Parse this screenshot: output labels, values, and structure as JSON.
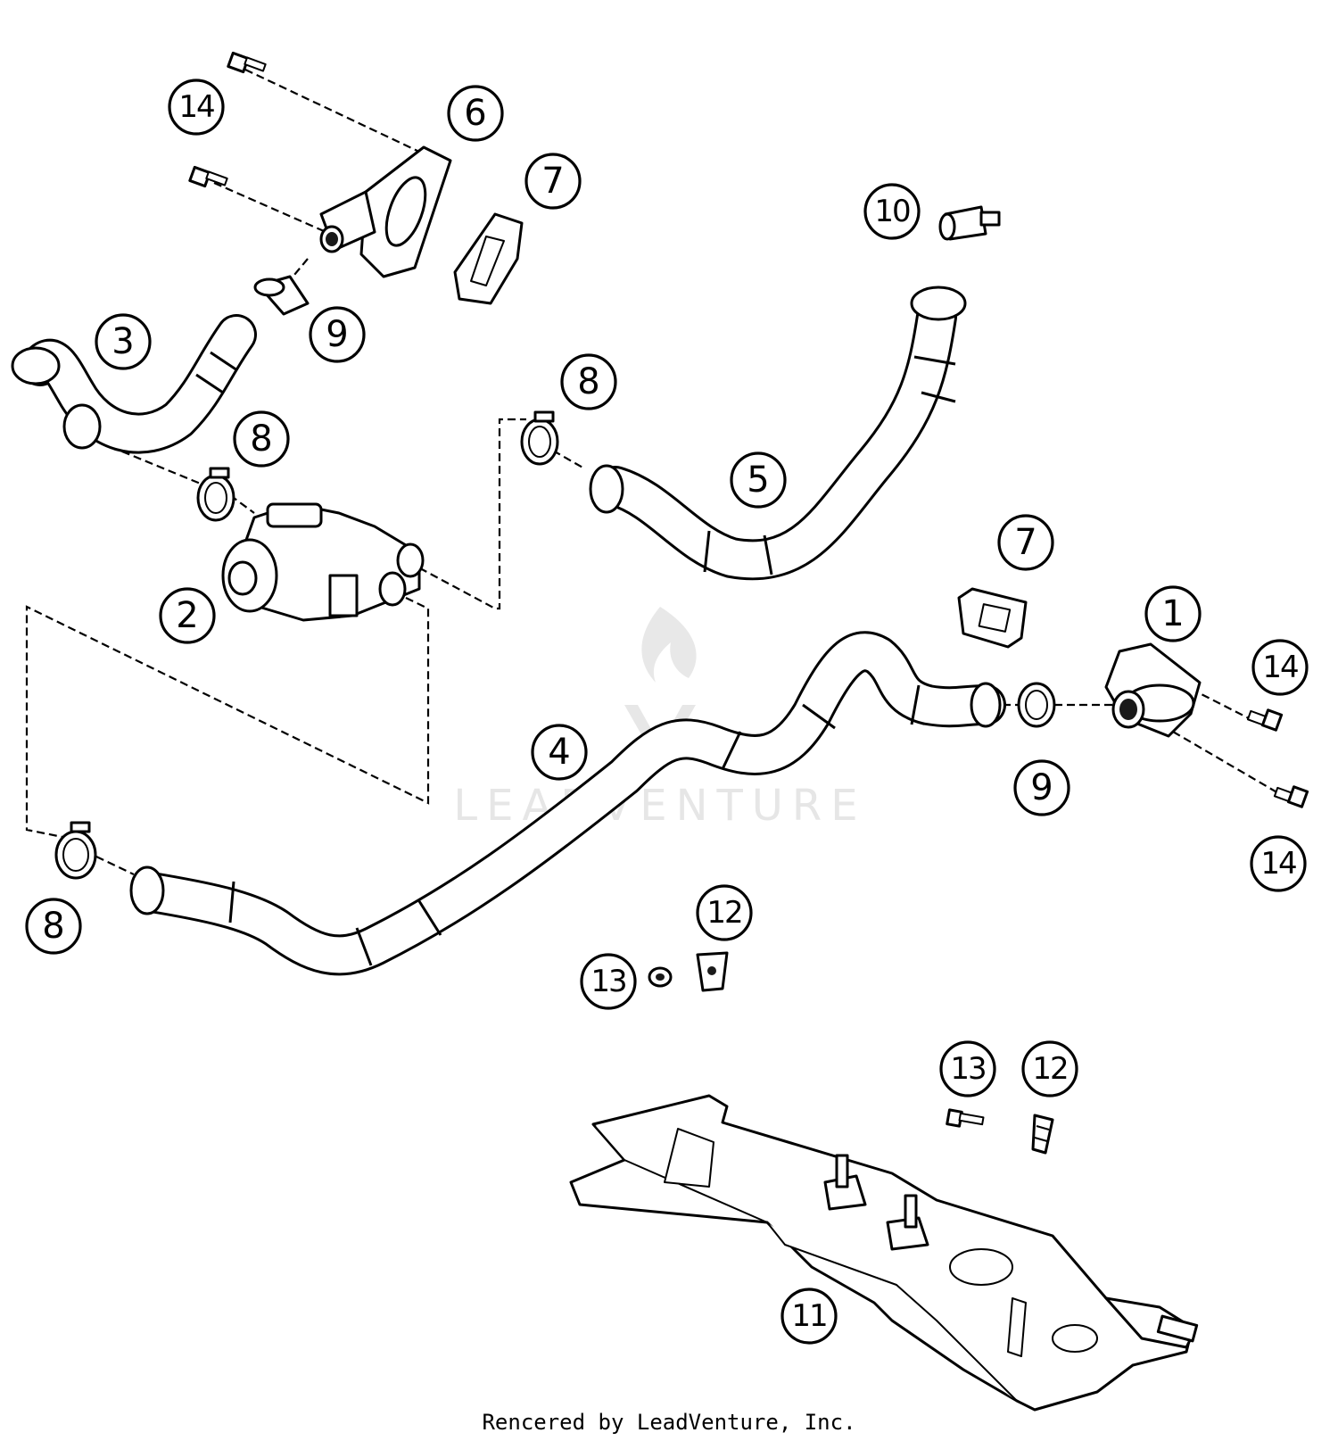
{
  "callouts": {
    "c1": "1",
    "c2": "2",
    "c3": "3",
    "c4": "4",
    "c5": "5",
    "c6": "6",
    "c7a": "7",
    "c7b": "7",
    "c8a": "8",
    "c8b": "8",
    "c8c": "8",
    "c9a": "9",
    "c9b": "9",
    "c10": "10",
    "c11": "11",
    "c12a": "12",
    "c12b": "12",
    "c13a": "13",
    "c13b": "13",
    "c14a": "14",
    "c14b": "14",
    "c14c": "14"
  },
  "watermark": "LEADVENTURE",
  "footer": "Rencered by LeadVenture, Inc."
}
